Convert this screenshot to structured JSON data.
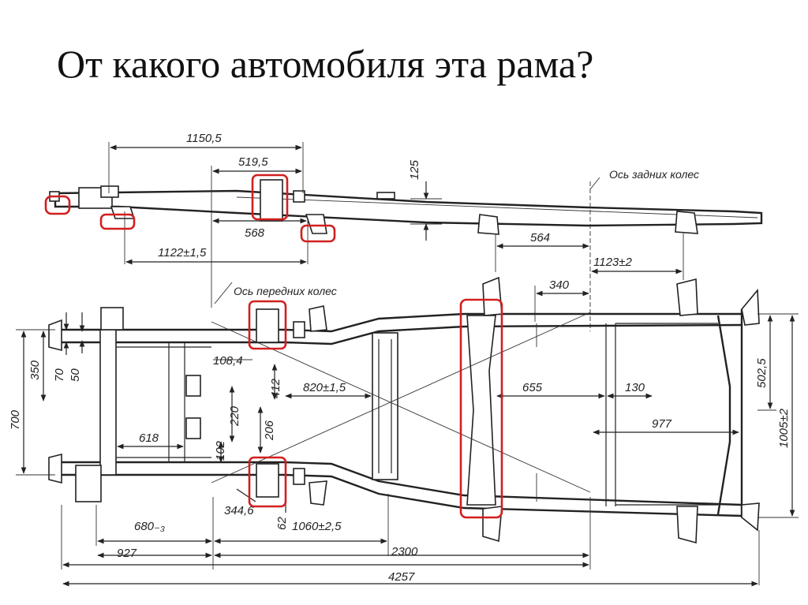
{
  "title": "От какого автомобиля эта рама?",
  "notes": {
    "rear_axle": "Ось задних колес",
    "front_axle": "Ось передних колес"
  },
  "dimensions": {
    "d1150": "1150,5",
    "d519": "519,5",
    "d125": "125",
    "d568": "568",
    "d1122": "1122±1,5",
    "d564": "564",
    "d1123": "1123±2",
    "d340": "340",
    "d108": "108,4",
    "d412": "412",
    "d820": "820±1,5",
    "d655": "655",
    "d130": "130",
    "d502": "502,5",
    "d1005": "1005±2",
    "d350": "350",
    "d70": "70",
    "d50": "50",
    "d700": "700",
    "d220": "220",
    "d206": "206",
    "d977": "977",
    "d618": "618",
    "d102": "102",
    "d344": "344,6",
    "d62": "62",
    "d1060": "1060±2,5",
    "d680": "680₋₃",
    "d927": "927",
    "d2300": "2300",
    "d4257": "4257"
  },
  "colors": {
    "highlight": "#d21f1f",
    "line": "#222222"
  }
}
